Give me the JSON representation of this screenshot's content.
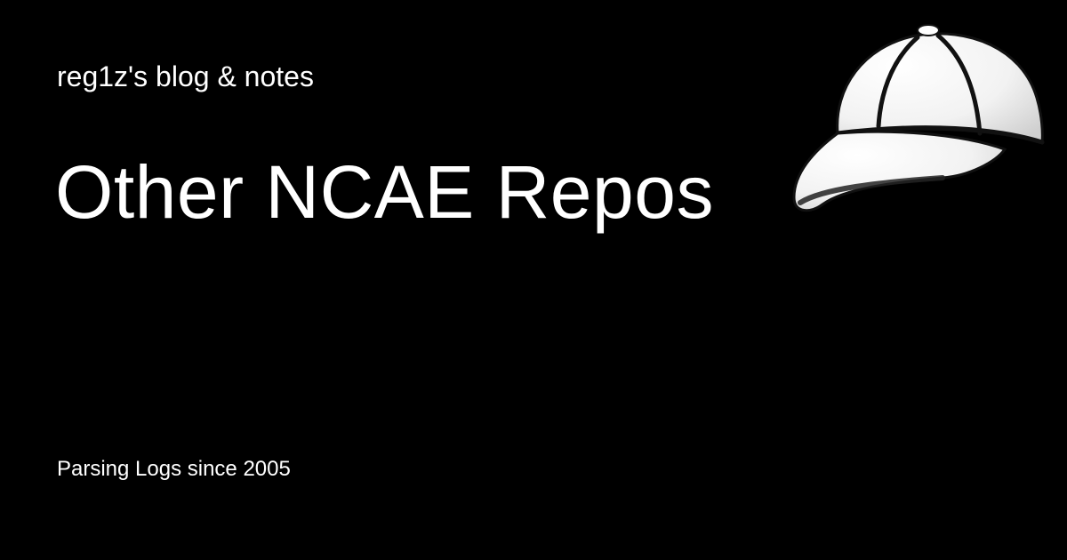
{
  "header": {
    "site_name": "reg1z's blog & notes"
  },
  "main": {
    "title": "Other NCAE Repos"
  },
  "footer": {
    "tagline": "Parsing Logs since 2005"
  },
  "logo": {
    "icon": "baseball-cap-icon"
  },
  "colors": {
    "background": "#000000",
    "text": "#ffffff"
  }
}
